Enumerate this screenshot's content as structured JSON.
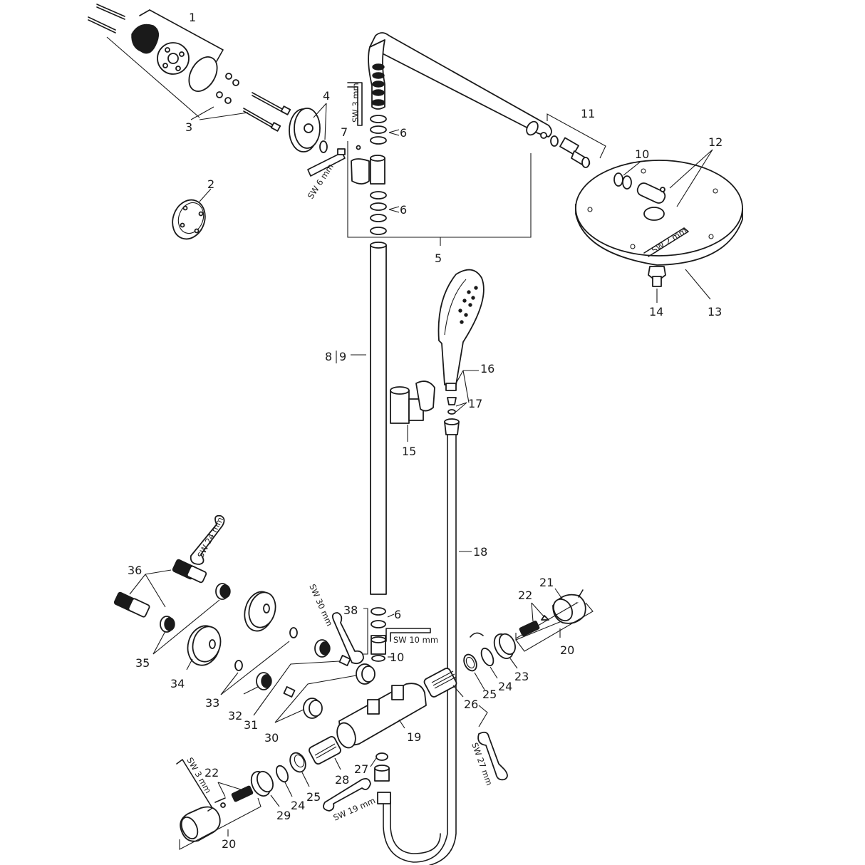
{
  "callouts": {
    "n1": "1",
    "n2": "2",
    "n3": "3",
    "n4": "4",
    "n5": "5",
    "n6a": "6",
    "n6b": "6",
    "n6c": "6",
    "n7": "7",
    "n8": "8",
    "n9": "9",
    "n10a": "10",
    "n10b": "10",
    "n11": "11",
    "n12": "12",
    "n13": "13",
    "n14": "14",
    "n15": "15",
    "n16": "16",
    "n17": "17",
    "n18": "18",
    "n19": "19",
    "n20a": "20",
    "n20b": "20",
    "n21": "21",
    "n22a": "22",
    "n22b": "22",
    "n23": "23",
    "n24a": "24",
    "n24b": "24",
    "n25a": "25",
    "n25b": "25",
    "n26": "26",
    "n27": "27",
    "n28": "28",
    "n29": "29",
    "n30": "30",
    "n31": "31",
    "n32": "32",
    "n33": "33",
    "n34": "34",
    "n35": "35",
    "n36": "36",
    "n38": "38"
  },
  "tools": {
    "sw3_top": "SW 3 mm",
    "sw6": "SW 6 mm",
    "sw2": "SW 2 mm",
    "sw24": "SW 24 mm",
    "sw30": "SW 30 mm",
    "sw10": "SW 10 mm",
    "sw27": "SW 27 mm",
    "sw19": "SW 19 mm",
    "sw3_bottom": "SW 3 mm"
  }
}
